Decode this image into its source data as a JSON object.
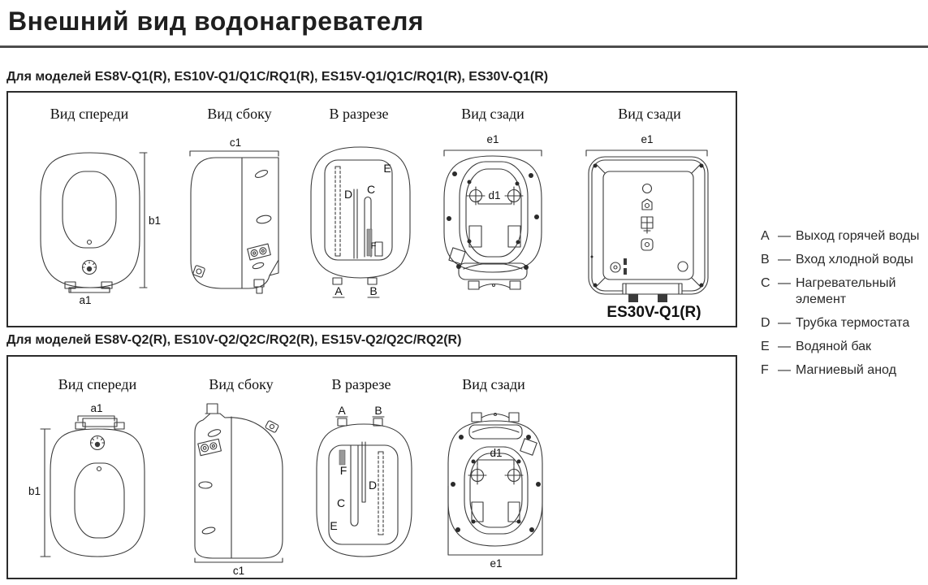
{
  "page": {
    "title": "Внешний вид водонагревателя"
  },
  "sections": [
    {
      "subtitle": "Для моделей ES8V-Q1(R), ES10V-Q1/Q1C/RQ1(R), ES15V-Q1/Q1C/RQ1(R), ES30V-Q1(R)",
      "view_titles": [
        "Вид спереди",
        "Вид сбоку",
        "В разрезе",
        "Вид сзади",
        "Вид сзади"
      ],
      "model_label": "ES30V-Q1(R)"
    },
    {
      "subtitle": "Для моделей ES8V-Q2(R), ES10V-Q2/Q2C/RQ2(R), ES15V-Q2/Q2C/RQ2(R)",
      "view_titles": [
        "Вид спереди",
        "Вид сбоку",
        "В разрезе",
        "Вид сзади"
      ]
    }
  ],
  "dimension_labels": {
    "a1": "a1",
    "b1": "b1",
    "c1": "c1",
    "d1": "d1",
    "e1": "e1"
  },
  "part_letters": {
    "A": "A",
    "B": "B",
    "C": "C",
    "D": "D",
    "E": "E",
    "F": "F"
  },
  "legend": {
    "items": [
      {
        "letter": "A",
        "dash": "—",
        "description": "Выход горячей воды"
      },
      {
        "letter": "B",
        "dash": "—",
        "description": "Вход хлодной воды"
      },
      {
        "letter": "C",
        "dash": "—",
        "description": "Нагревательный элемент"
      },
      {
        "letter": "D",
        "dash": "—",
        "description": "Трубка термостата"
      },
      {
        "letter": "E",
        "dash": "—",
        "description": "Водяной бак"
      },
      {
        "letter": "F",
        "dash": "—",
        "description": "Магниевый анод"
      }
    ]
  },
  "colors": {
    "line": "#3a3a3a",
    "text": "#1a1a1a",
    "rule": "#4d4d4d"
  }
}
